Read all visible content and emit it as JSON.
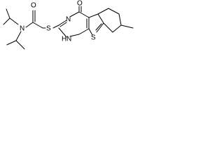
{
  "molecule": {
    "atoms": {
      "carbonyl_oxygen": "O",
      "amide_nitrogen": "N",
      "thioether_sulfur": "S",
      "ring_nitrogen": "N",
      "ring_oxo_oxygen": "O",
      "ring_nh": "H",
      "ring_nh_n": "N",
      "thiophene_sulfur": "S"
    }
  }
}
